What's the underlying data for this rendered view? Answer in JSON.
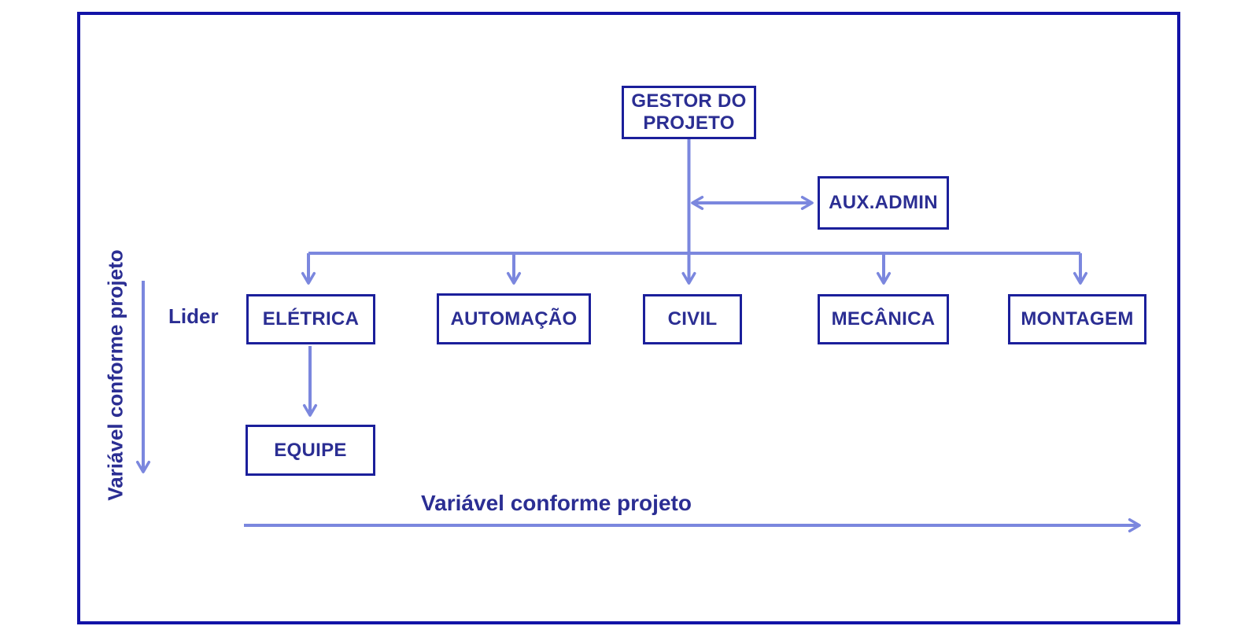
{
  "org_chart": {
    "root": {
      "label": "GESTOR DO PROJETO"
    },
    "assistant": {
      "label": "AUX.ADMIN"
    },
    "departments": [
      {
        "label": "ELÉTRICA"
      },
      {
        "label": "AUTOMAÇÃO"
      },
      {
        "label": "CIVIL"
      },
      {
        "label": "MECÂNICA"
      },
      {
        "label": "MONTAGEM"
      }
    ],
    "sub_team": {
      "label": "EQUIPE"
    },
    "annotations": {
      "leader": "Lider",
      "vertical_note": "Variável conforme projeto",
      "horizontal_note": "Variável conforme projeto"
    },
    "colors": {
      "frame_border": "#1213a7",
      "node_border": "#1b1f9b",
      "text": "#2b2e93",
      "arrow": "#7b87de",
      "background": "#ffffff"
    }
  }
}
